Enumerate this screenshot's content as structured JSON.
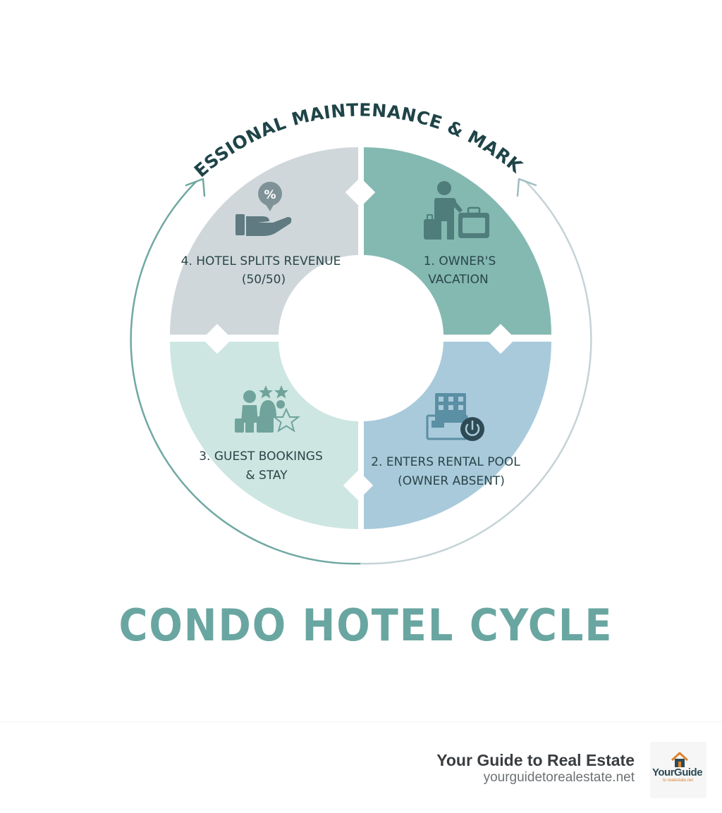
{
  "diagram": {
    "arc_label": "PROFESSIONAL MAINTENANCE & MARKETING",
    "title": "CONDO HOTEL CYCLE",
    "steps": [
      {
        "line1": "1. OWNER'S",
        "line2": "VACATION",
        "icon": "owner-luggage-icon",
        "color": "#84b9b2"
      },
      {
        "line1": "2. ENTERS RENTAL POOL",
        "line2": "(OWNER ABSENT)",
        "icon": "hotel-power-icon",
        "color": "#a9cadb"
      },
      {
        "line1": "3. GUEST BOOKINGS",
        "line2": "& STAY",
        "icon": "guests-stars-icon",
        "color": "#cde6e1"
      },
      {
        "line1": "4. HOTEL SPLITS REVENUE",
        "line2": "(50/50)",
        "icon": "hand-percent-icon",
        "color": "#cfd7da"
      }
    ]
  },
  "footer": {
    "brand_name": "Your Guide to Real Estate",
    "brand_url": "yourguidetorealestate.net",
    "logo_text": "YourGuide",
    "logo_subtext": "to realestate.net"
  }
}
